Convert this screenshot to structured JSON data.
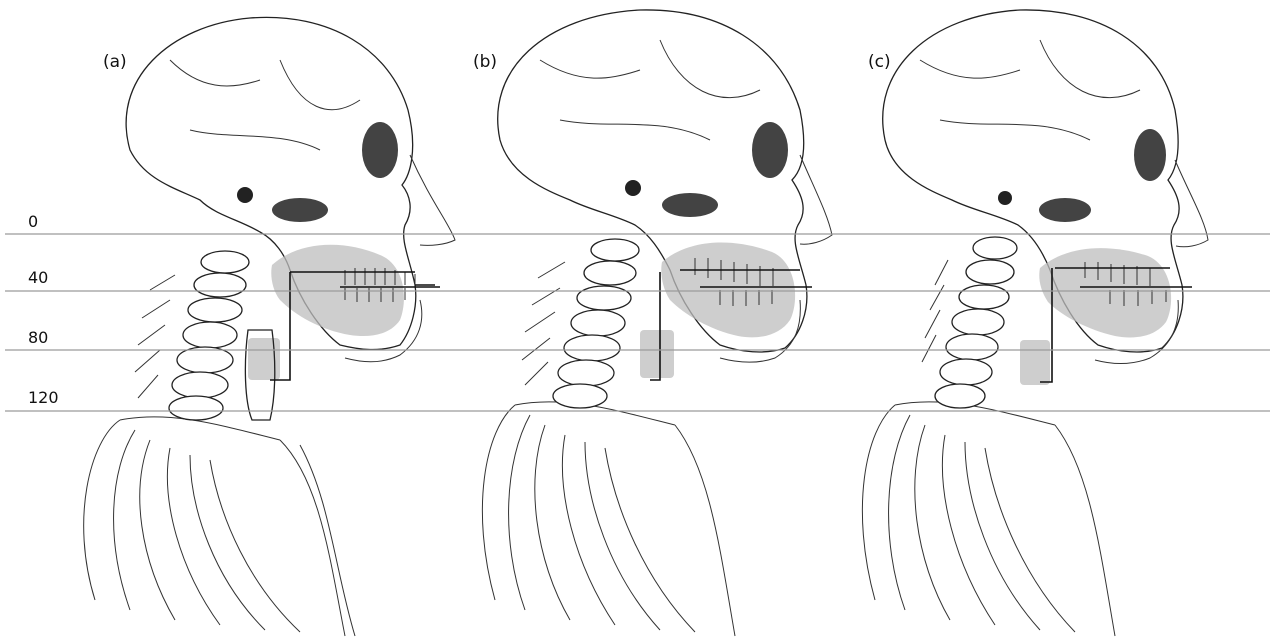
{
  "panels": [
    {
      "label": "(a)"
    },
    {
      "label": "(b)"
    },
    {
      "label": "(c)"
    }
  ],
  "scale": {
    "ticks": [
      "0",
      "40",
      "80",
      "120"
    ]
  },
  "colors": {
    "guide_line": "#9a9a9a",
    "shaded_region": "#bdbdbd",
    "outline": "#222222"
  }
}
